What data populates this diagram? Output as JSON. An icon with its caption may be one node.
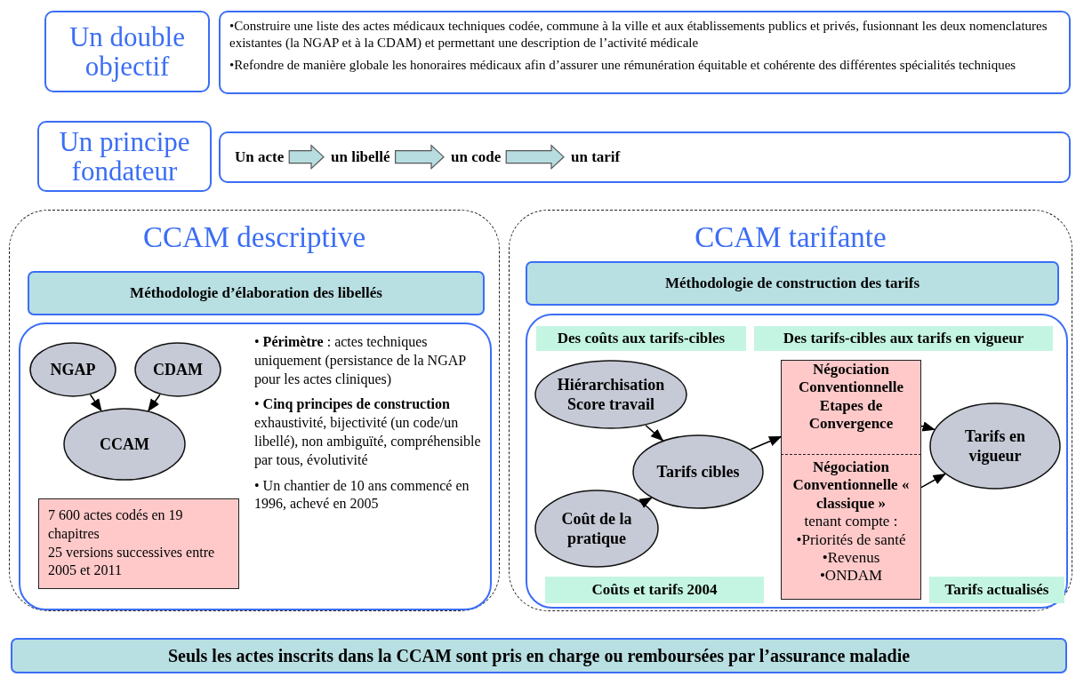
{
  "diagram": {
    "nodes": [
      {
        "text": [
          "Un double objectif"
        ]
      },
      {
        "text": [
          "•Construire une liste des actes médicaux techniques codée, commune à la ville et aux établissements publics et privés, fusionnant les deux nomenclatures existantes (la NGAP et à la CDAM) et permettant une description de l’activité médicale",
          "•Refondre de manière globale les honoraires médicaux afin d’assurer une rémunération équitable et cohérente des différentes spécialités techniques"
        ]
      },
      {
        "text": [
          "Un principe fondateur"
        ]
      },
      {
        "text": [],
        "shape": "box"
      },
      {
        "text": [
          "Un acte"
        ],
        "in": 3
      },
      {
        "text": [
          "un libellé"
        ],
        "in": 3
      },
      {
        "text": [
          "un code"
        ],
        "in": 3
      },
      {
        "text": [
          "un tarif"
        ],
        "in": 3
      },
      {
        "text": [
          "CCAM descriptive"
        ]
      },
      {
        "text": [
          "Méthodologie d’élaboration des libellés"
        ],
        "in": 8
      },
      {
        "text": [
          "• **Périmètre** : actes techniques uniquement (persistance de la NGAP pour les actes cliniques)",
          "• **Cinq principes de construction** exhaustivité, bijectivité (un code/un libellé), non ambiguïté, compréhensible par tous, évolutivité",
          "• Un chantier de 10 ans commencé en 1996,  achevé en 2005"
        ],
        "in": 8
      },
      {
        "text": [
          "NGAP"
        ],
        "in": 10
      },
      {
        "text": [
          "CDAM"
        ],
        "in": 10
      },
      {
        "text": [
          "CCAM"
        ],
        "in": 10
      },
      {
        "text": [
          "7 600 actes codés en 19 chapitres",
          "25 versions successives entre 2005 et 2011"
        ],
        "in": 10
      },
      {
        "text": [
          "CCAM tarifante"
        ]
      },
      {
        "text": [
          "Méthodologie de construction des tarifs"
        ],
        "in": 15
      },
      {
        "text": [],
        "shape": "box",
        "in": 15
      },
      {
        "text": [
          "Des coûts aux tarifs-cibles"
        ],
        "in": 17
      },
      {
        "text": [
          "Des tarifs-cibles aux tarifs en vigueur"
        ],
        "in": 17
      },
      {
        "text": [
          "Hiérarchisation Score travail"
        ],
        "in": 17
      },
      {
        "text": [
          "Tarifs cibles"
        ],
        "in": 17
      },
      {
        "text": [
          "Coût de la pratique"
        ],
        "in": 17
      },
      {
        "text": [
          "Négociation Conventionnelle Etapes de Convergence"
        ],
        "in": 17
      },
      {
        "text": [
          "Négociation Conventionnelle « classique »",
          "tenant compte :",
          "•Priorités de santé",
          "•Revenus",
          "•ONDAM"
        ],
        "in": 17
      },
      {
        "text": [
          "Tarifs en vigueur"
        ],
        "in": 17
      },
      {
        "text": [
          "Coûts et tarifs 2004"
        ],
        "in": 17
      },
      {
        "text": [
          "Tarifs actualisés"
        ],
        "in": 17
      },
      {
        "text": [
          "Seuls les actes inscrits dans la CCAM sont pris en charge ou remboursées par l’assurance maladie"
        ]
      }
    ],
    "edges": [
      {
        "from": 4,
        "to": 5,
        "arrow": "to",
        "style": "thick"
      },
      {
        "from": 5,
        "to": 6,
        "arrow": "to",
        "style": "thick"
      },
      {
        "from": 6,
        "to": 7,
        "arrow": "to",
        "style": "thick"
      },
      {
        "from": 11,
        "to": 13,
        "arrow": "to"
      },
      {
        "from": 12,
        "to": 13,
        "arrow": "to"
      },
      {
        "from": 20,
        "to": 21,
        "arrow": "to"
      },
      {
        "from": 22,
        "to": 21,
        "arrow": "to"
      },
      {
        "from": 21,
        "to": 23,
        "arrow": "to"
      },
      {
        "from": 23,
        "to": 25,
        "arrow": "to"
      },
      {
        "from": 24,
        "to": 25,
        "arrow": "to"
      }
    ]
  }
}
